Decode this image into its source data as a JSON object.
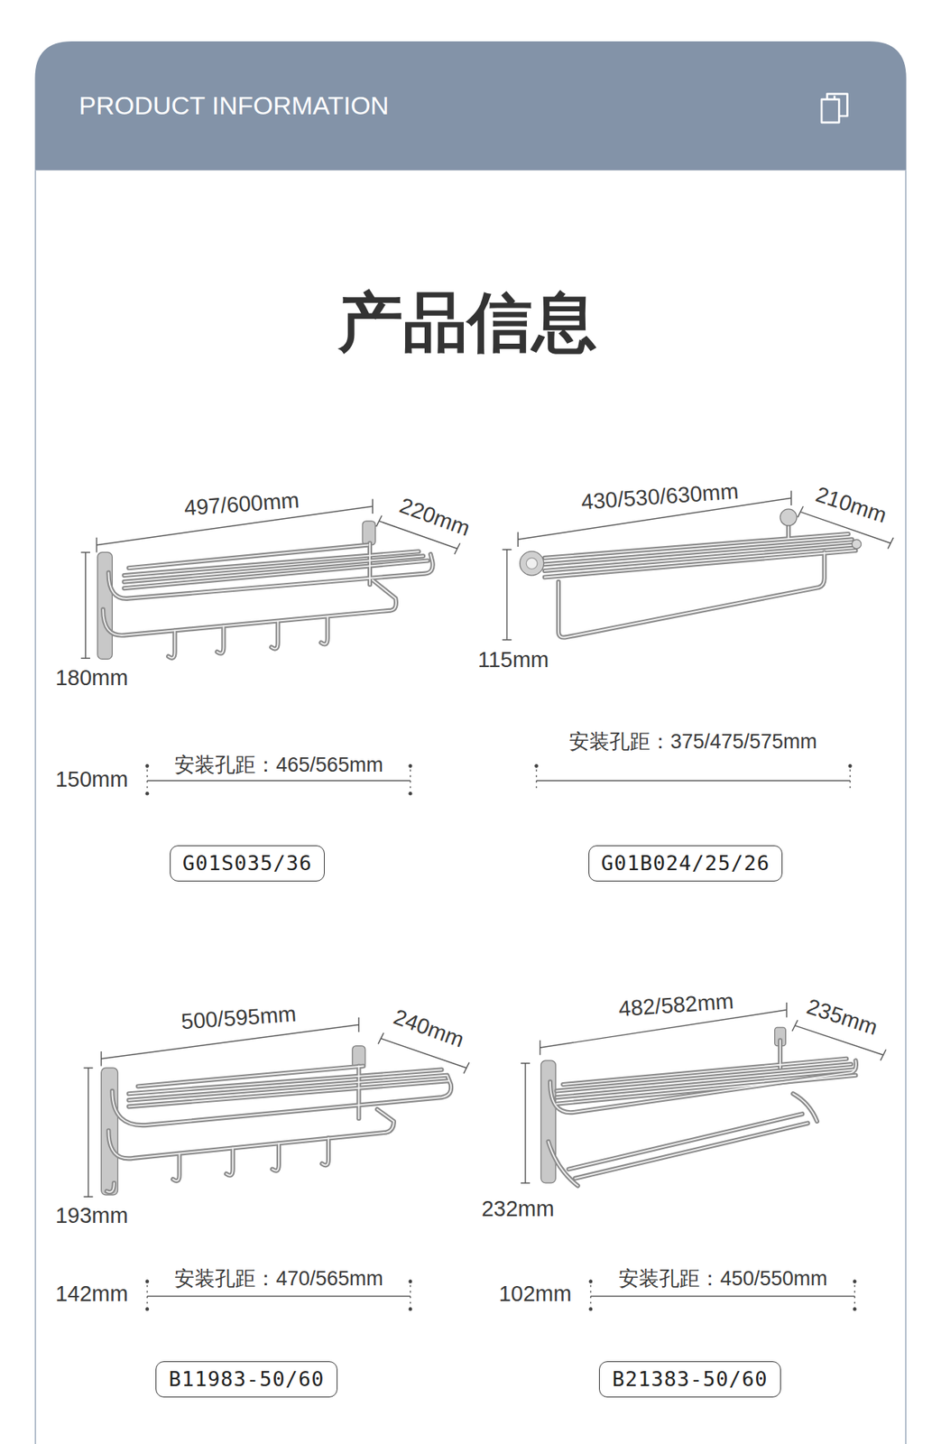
{
  "diagram": {
    "title": "产品信息",
    "nodes": [
      {
        "text": [
          "PRODUCT INFORMATION"
        ]
      },
      {
        "text": [
          "G01S035/36"
        ]
      },
      {
        "text": [
          "G01B024/25/26"
        ]
      },
      {
        "text": [
          "B11983-50/60"
        ]
      },
      {
        "text": [
          "B21383-50/60"
        ]
      }
    ],
    "labels": [
      "497/600mm",
      "220mm",
      "430/530/630mm",
      "210mm",
      "180mm",
      "115mm",
      "150mm",
      "安装孔距：465/565mm",
      "安装孔距：375/475/575mm",
      "500/595mm",
      "240mm",
      "482/582mm",
      "235mm",
      "193mm",
      "232mm",
      "142mm",
      "安装孔距：470/565mm",
      "102mm",
      "安装孔距：450/550mm"
    ]
  }
}
